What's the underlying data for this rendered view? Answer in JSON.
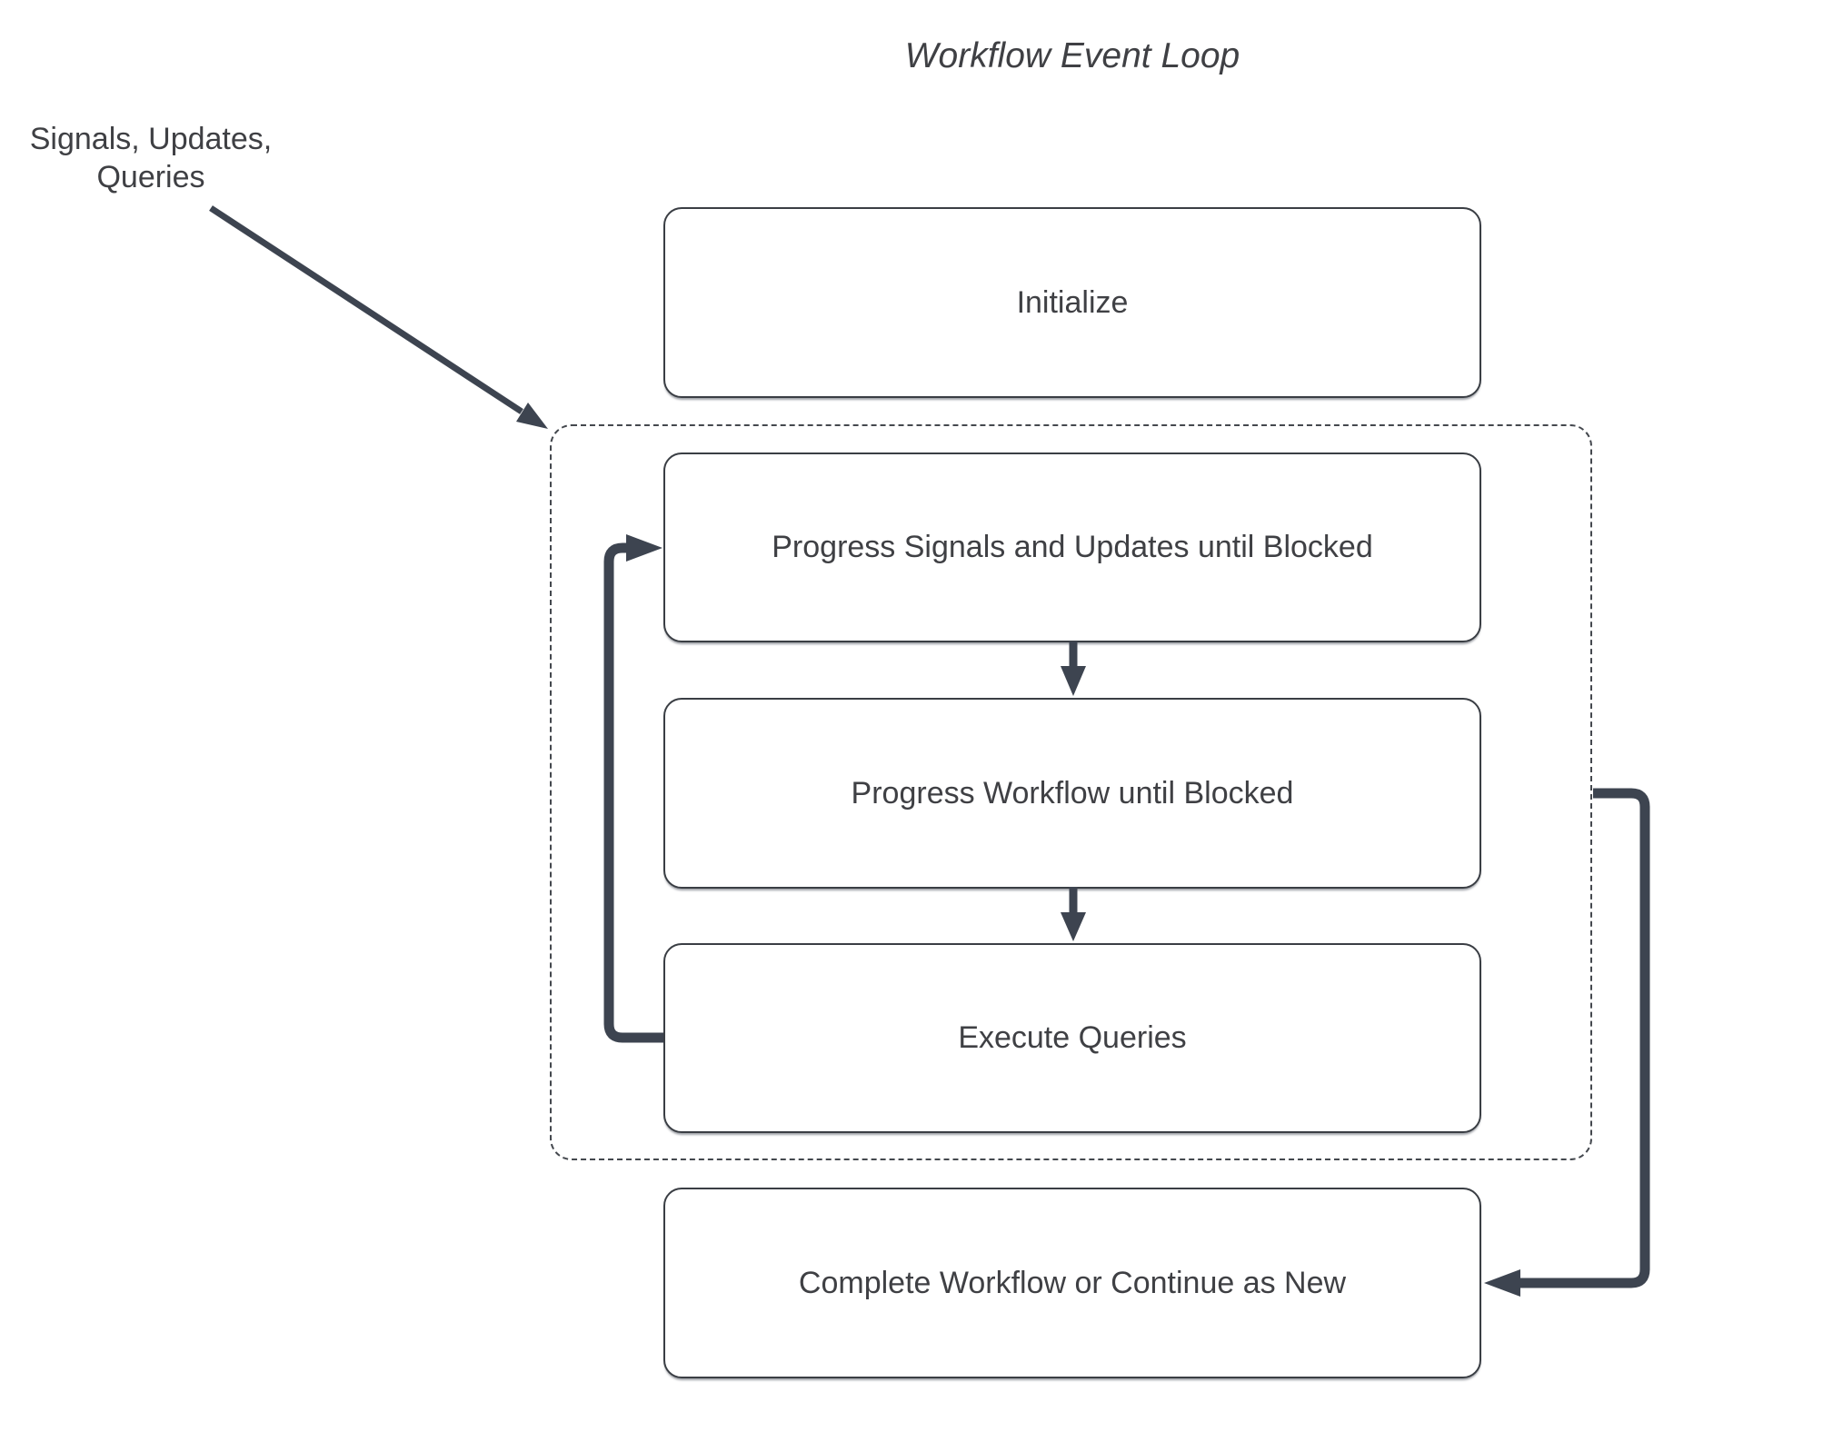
{
  "title": "Workflow Event Loop",
  "annotation": {
    "label": "Signals, Updates, Queries"
  },
  "nodes": [
    {
      "id": "initialize",
      "label": "Initialize"
    },
    {
      "id": "progress-signals",
      "label": "Progress Signals and Updates until Blocked"
    },
    {
      "id": "progress-workflow",
      "label": "Progress Workflow until Blocked"
    },
    {
      "id": "execute-queries",
      "label": "Execute Queries"
    },
    {
      "id": "complete",
      "label": "Complete Workflow or Continue as New"
    }
  ],
  "container": {
    "id": "event-loop-group",
    "style": "dashed-rounded-rectangle",
    "contains": [
      "progress-signals",
      "progress-workflow",
      "execute-queries"
    ]
  },
  "edges": [
    {
      "from": "signals-updates-queries-label",
      "to": "event-loop-group",
      "style": "thin-diagonal-arrow"
    },
    {
      "from": "progress-signals",
      "to": "progress-workflow",
      "style": "thin-down-arrow"
    },
    {
      "from": "progress-workflow",
      "to": "execute-queries",
      "style": "thin-down-arrow"
    },
    {
      "from": "execute-queries",
      "to": "progress-signals",
      "style": "thick-elbow-arrow"
    },
    {
      "from": "event-loop-group",
      "to": "complete",
      "style": "thick-elbow-arrow"
    }
  ],
  "colors": {
    "background": "#ffffff",
    "connector": "#3d4450",
    "node_border": "#3a3e44",
    "group_border": "#44484e",
    "text": "#3f4044"
  }
}
